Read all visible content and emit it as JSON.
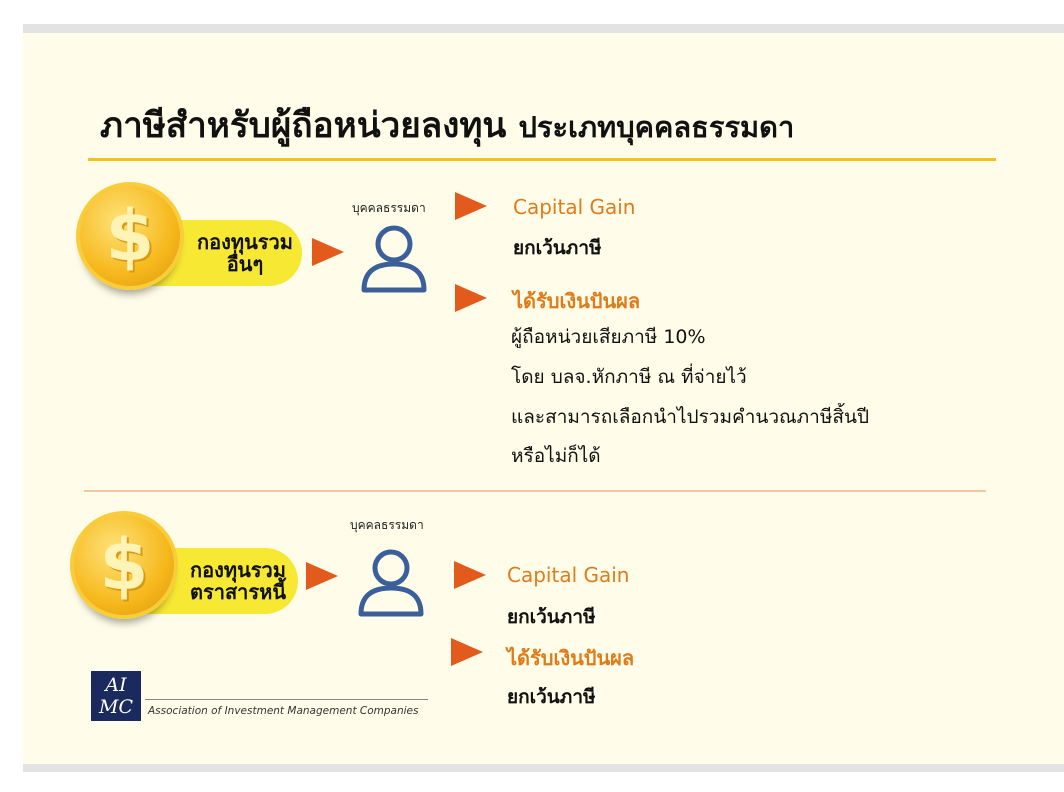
{
  "title": {
    "main": "ภาษีสำหรับผู้ถือหน่วยลงทุน",
    "sub": "ประเภทบุคคลธรรมดา"
  },
  "sections": [
    {
      "fund_label_1": "กองทุนรวม",
      "fund_label_2": "อื่นๆ",
      "investor_label": "บุคคลธรรมดา",
      "capital_gain_heading": "Capital Gain",
      "capital_gain_text": "ยกเว้นภาษี",
      "dividend_heading": "ได้รับเงินปันผล",
      "dividend_lines": [
        "ผู้ถือหน่วยเสียภาษี 10%",
        "โดย บลจ.หักภาษี ณ ที่จ่ายไว้",
        "และสามารถเลือกนำไปรวมคำนวณภาษีสิ้นปี",
        "หรือไม่ก็ได้"
      ]
    },
    {
      "fund_label_1": "กองทุนรวม",
      "fund_label_2": "ตราสารหนี้",
      "investor_label": "บุคคลธรรมดา",
      "capital_gain_heading": "Capital Gain",
      "capital_gain_text": "ยกเว้นภาษี",
      "dividend_heading": "ได้รับเงินปันผล",
      "dividend_text": "ยกเว้นภาษี"
    }
  ],
  "logo": {
    "mark_1": "AI",
    "mark_2": "MC",
    "name": "Association of Investment Management Companies"
  },
  "colors": {
    "accent": "#e07b1a",
    "arrow": "#e25a1c",
    "pill": "#f6e833",
    "rule": "#f4c21d",
    "person": "#3a5f9a"
  },
  "icons": {
    "coin": "dollar-coin-icon",
    "person": "person-icon",
    "arrow": "play-triangle-icon"
  }
}
